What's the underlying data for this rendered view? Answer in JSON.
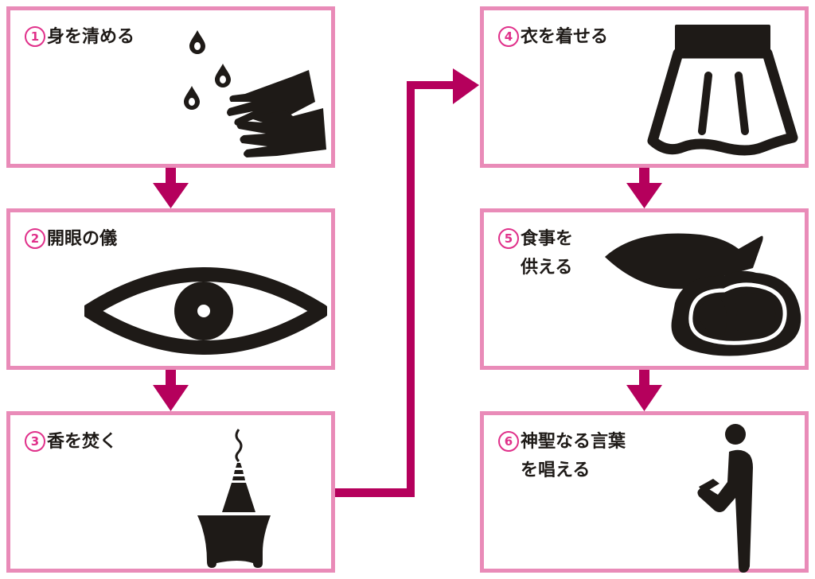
{
  "colors": {
    "box_border": "#e98bb8",
    "arrow": "#b5005c",
    "step_number": "#e0308a",
    "icon": "#1e1a17",
    "text": "#1e1a17"
  },
  "steps": [
    {
      "number": "1",
      "title": "身を清める",
      "title_line2": "",
      "icon": "hand-washing-icon"
    },
    {
      "number": "2",
      "title": "開眼の儀",
      "title_line2": "",
      "icon": "eye-icon"
    },
    {
      "number": "3",
      "title": "香を焚く",
      "title_line2": "",
      "icon": "incense-burner-icon"
    },
    {
      "number": "4",
      "title": "衣を着せる",
      "title_line2": "",
      "icon": "skirt-garment-icon"
    },
    {
      "number": "5",
      "title": "食事を",
      "title_line2": "供える",
      "icon": "fish-and-meat-icon"
    },
    {
      "number": "6",
      "title": "神聖なる言葉",
      "title_line2": "を唱える",
      "icon": "person-reading-icon"
    }
  ],
  "flow": [
    "1→2",
    "2→3",
    "3→4",
    "4→5",
    "5→6"
  ]
}
